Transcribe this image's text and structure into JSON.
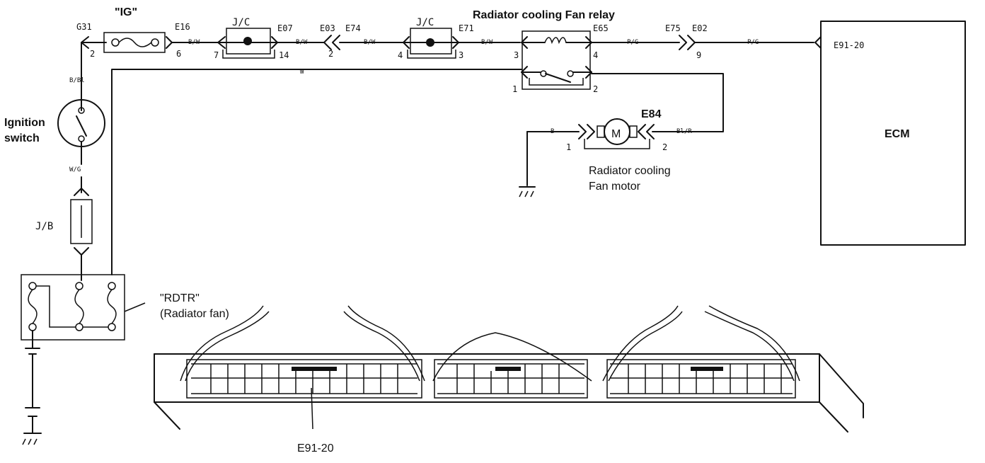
{
  "labels": {
    "ig_fuse": "\"IG\"",
    "jc1": "J/C",
    "jc2": "J/C",
    "relay_title": "Radiator cooling Fan relay",
    "ignition_switch": [
      "Ignition",
      "switch"
    ],
    "ecm": "ECM",
    "e84": "E84",
    "fan_motor": [
      "Radiator cooling",
      "Fan motor"
    ],
    "jb": "J/B",
    "rdtr": [
      "\"RDTR\"",
      "(Radiator fan)"
    ],
    "ecm_pin_callout": "E91-20",
    "motor_symbol": "M"
  },
  "connectors": {
    "g31": "G31",
    "e16": "E16",
    "e07": "E07",
    "e03": "E03",
    "e74": "E74",
    "e71": "E71",
    "e65": "E65",
    "e75": "E75",
    "e02": "E02",
    "e91_20": "E91-20"
  },
  "pins": {
    "g31_pin": "2",
    "e16_pin": "6",
    "e07_pin_in": "7",
    "e07_pin_out": "14",
    "e74_pin": "2",
    "jc2_pin_in": "4",
    "jc2_pin_out": "3",
    "relay_pin3": "3",
    "relay_pin4": "4",
    "relay_pin1": "1",
    "relay_pin2": "2",
    "e02_pin": "9",
    "motor_pin1": "1",
    "motor_pin2": "2"
  },
  "wires": {
    "bw1": "B/W",
    "bw2": "B/W",
    "bw3": "B/W",
    "bw4": "B/W",
    "pg1": "P/G",
    "pg2": "P/G",
    "bbl": "B/Bl",
    "wg": "W/G",
    "w": "W",
    "b": "B",
    "blr": "Bl/R"
  }
}
